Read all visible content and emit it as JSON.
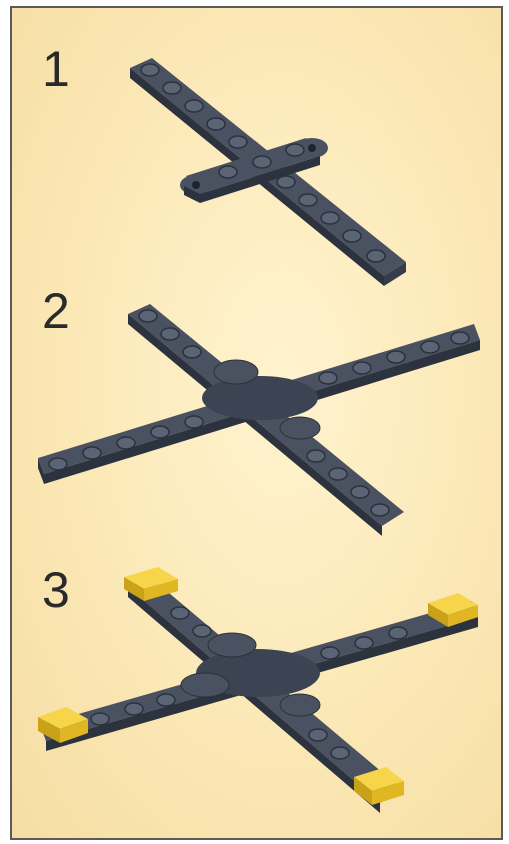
{
  "steps": [
    {
      "number": "1"
    },
    {
      "number": "2"
    },
    {
      "number": "3"
    }
  ],
  "colors": {
    "panel_background": "#fbe8b6",
    "panel_border": "#5a5a5a",
    "brick_dark_gray": "#4a5262",
    "brick_yellow": "#f2c62a"
  }
}
